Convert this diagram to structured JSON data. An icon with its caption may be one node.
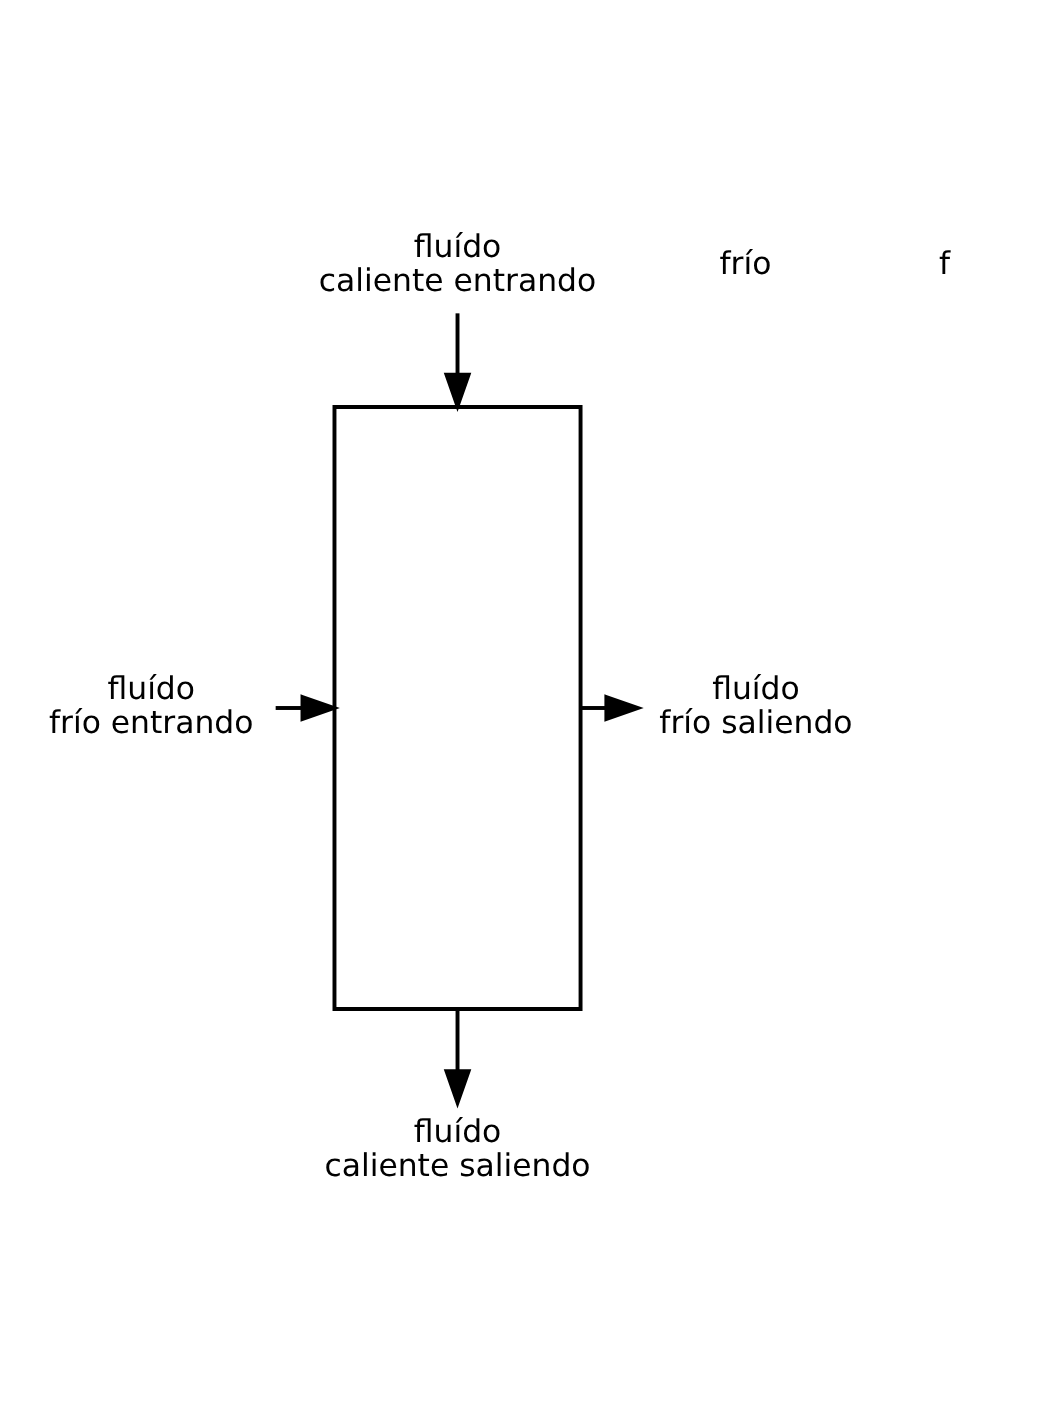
{
  "diagram": {
    "nodes": [
      {
        "text": [],
        "shape": "box"
      },
      {
        "text": [
          "fluído caliente entrando"
        ]
      },
      {
        "text": [
          "fluído frío entrando"
        ]
      },
      {
        "text": [
          "fluído frío saliendo"
        ]
      },
      {
        "text": [
          "fluído caliente saliendo"
        ]
      }
    ],
    "edges": [
      {
        "from": 1,
        "to": 0,
        "arrow": "to"
      },
      {
        "from": 2,
        "to": 0,
        "arrow": "to"
      },
      {
        "from": 0,
        "to": 3,
        "arrow": "to"
      },
      {
        "from": 0,
        "to": 4,
        "arrow": "to"
      }
    ],
    "labels": [
      "frío",
      "f"
    ]
  }
}
